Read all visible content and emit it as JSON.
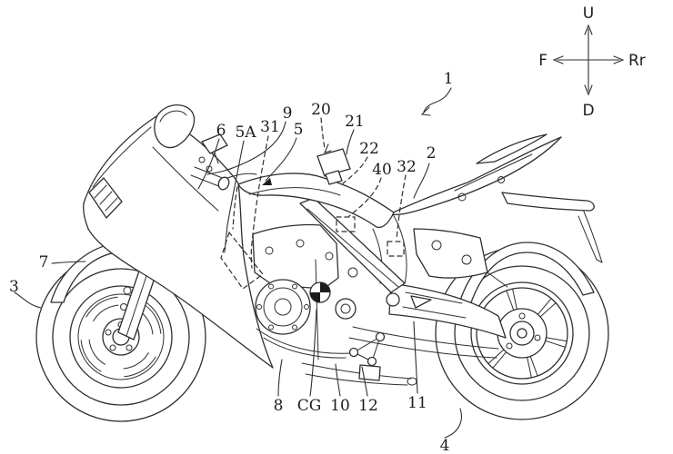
{
  "figure": {
    "kind": "patent line drawing",
    "subject": "sport motorcycle side view with reference numerals",
    "background_color": "#ffffff",
    "line_color": "#2f2f2f",
    "label_color": "#1c1c1c"
  },
  "compass": {
    "up": "U",
    "down": "D",
    "front": "F",
    "rear": "Rr"
  },
  "ref_labels": {
    "1": "1",
    "2": "2",
    "3": "3",
    "4": "4",
    "5": "5",
    "5A": "5A",
    "6": "6",
    "7": "7",
    "8": "8",
    "9": "9",
    "10": "10",
    "11": "11",
    "12": "12",
    "20": "20",
    "21": "21",
    "22": "22",
    "31": "31",
    "32": "32",
    "40": "40",
    "CG": "CG"
  }
}
